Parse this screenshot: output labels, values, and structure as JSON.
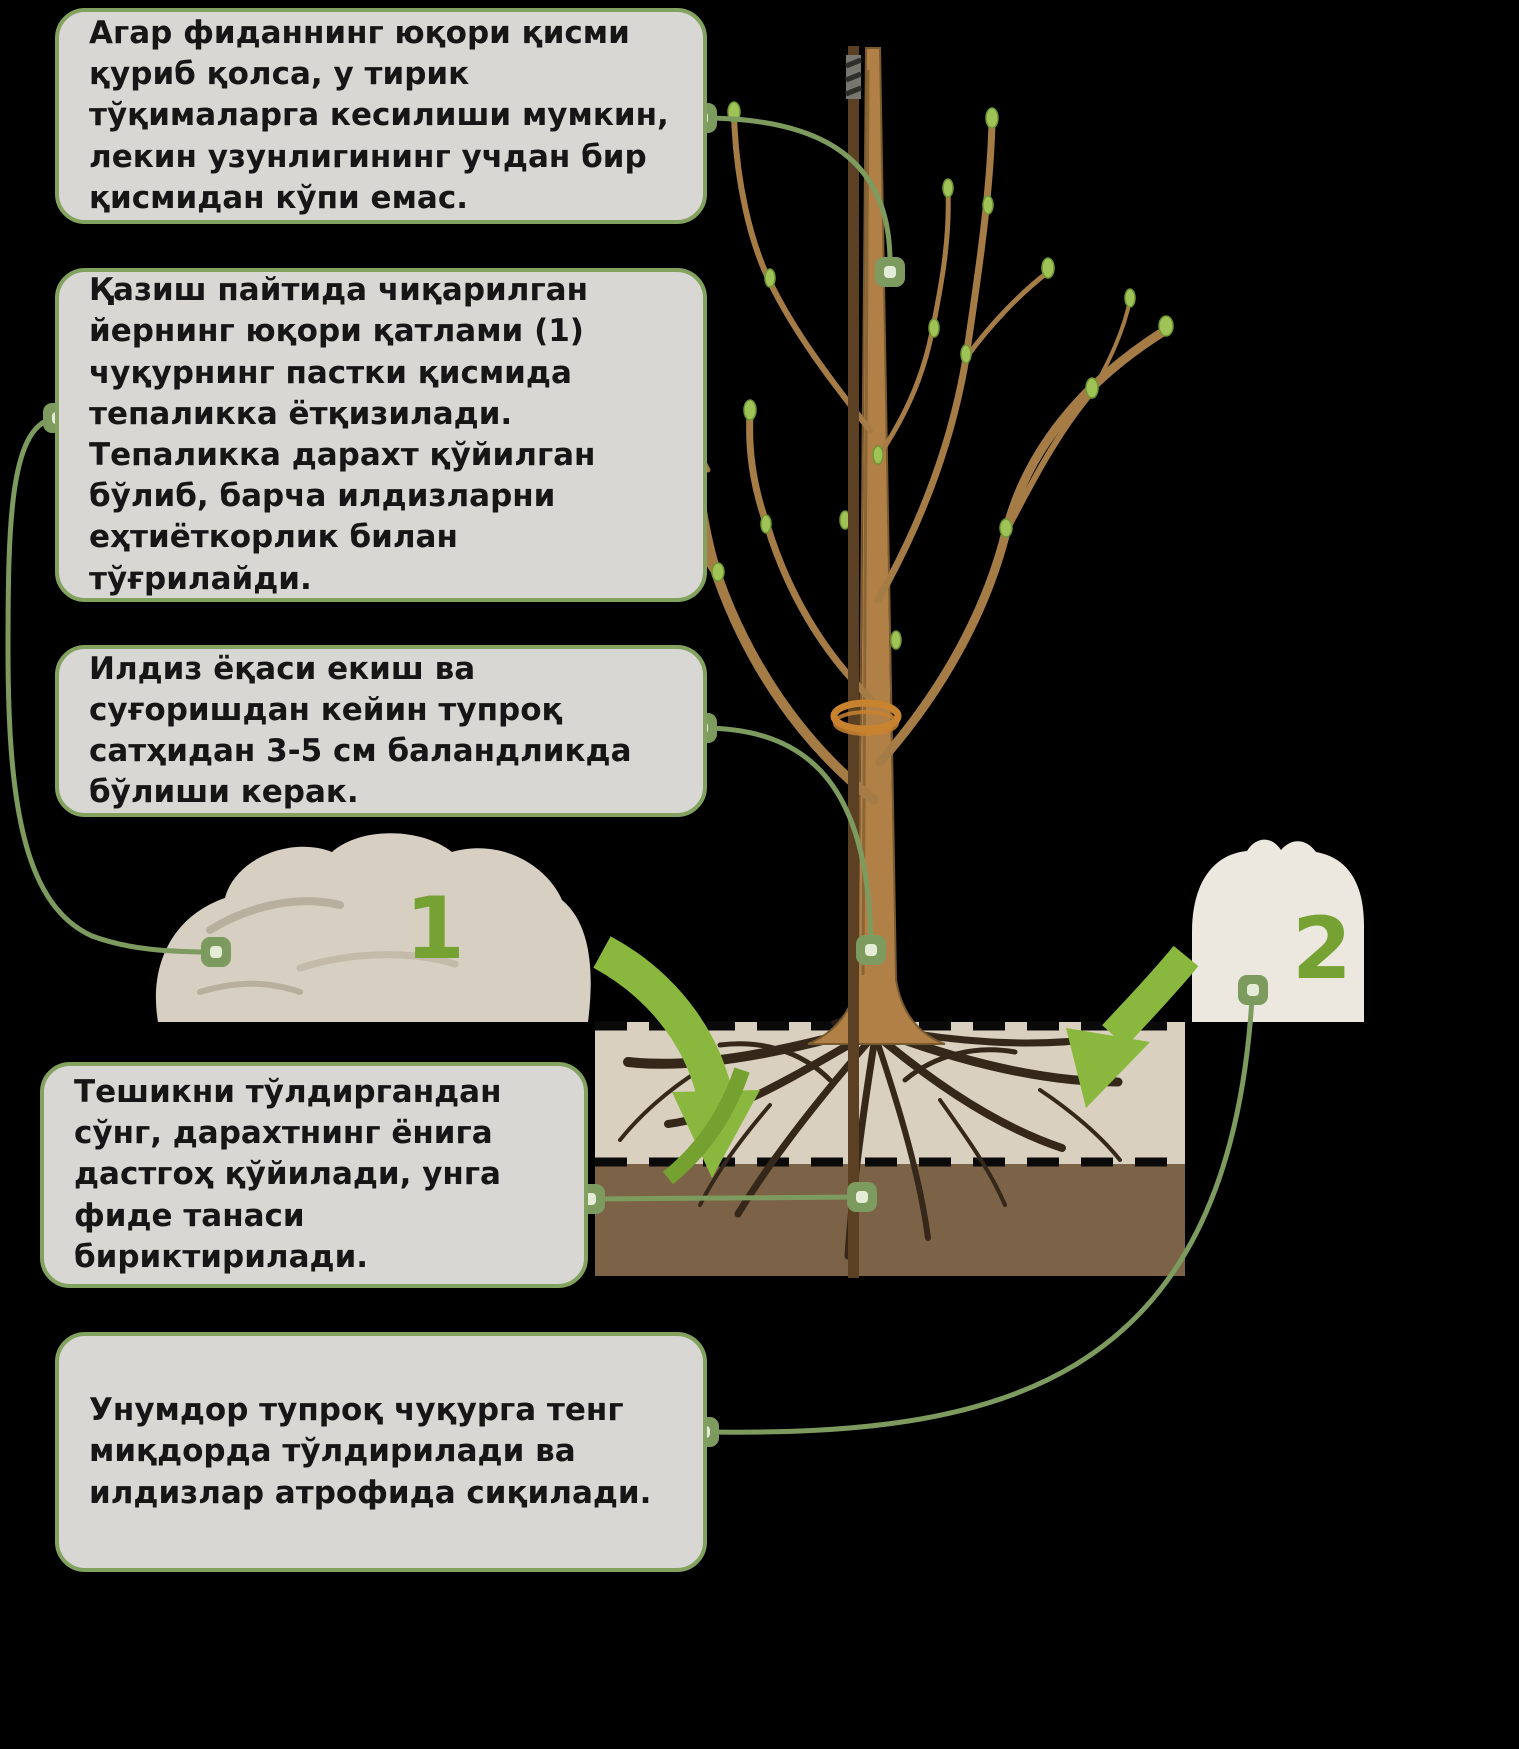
{
  "callouts": {
    "pruning": {
      "text": "Агар фиданнинг юқори қисми қуриб қолса, у тирик тўқималарга кесилиши мумкин, лекин узунлигининг учдан бир қисмидан кўпи емас."
    },
    "topsoil": {
      "text": "Қазиш пайтида чиқарилган йернинг юқори қатлами (1) чуқурнинг пастки қисмида тепаликка ётқизилади. Тепаликка дарахт қўйилган бўлиб, барча илдизларни еҳтиёткорлик билан тўғрилайди."
    },
    "root_collar": {
      "text": "Илдиз ёқаси екиш ва суғоришдан кейин тупроқ сатҳидан 3-5 см баландликда бўлиши керак."
    },
    "stake": {
      "text": "Тешикни тўлдиргандан сўнг, дарахтнинг ёнига дастгоҳ қўйилади, унга фиде танаси бириктирилади."
    },
    "backfill": {
      "text": "Унумдор тупроқ чуқурга тенг миқдорда тўлдирилади ва илдизлар атрофида сиқилади."
    }
  },
  "mounds": {
    "mound1_label": "1",
    "mound2_label": "2"
  },
  "colors": {
    "background": "#000000",
    "callout_bg": "#d8d7d3",
    "callout_border": "#83a25f",
    "connector_green": "#7d9b5e",
    "accent_green": "#76a233",
    "arrow_green": "#8ab83e",
    "trunk_brown": "#b08046",
    "stake_brown": "#5c4023",
    "root_dark": "#35271a",
    "topsoil": "#d9d0bf",
    "subsoil": "#7c6347",
    "mound1": "#d6cfc2",
    "mound2": "#ece8df"
  }
}
